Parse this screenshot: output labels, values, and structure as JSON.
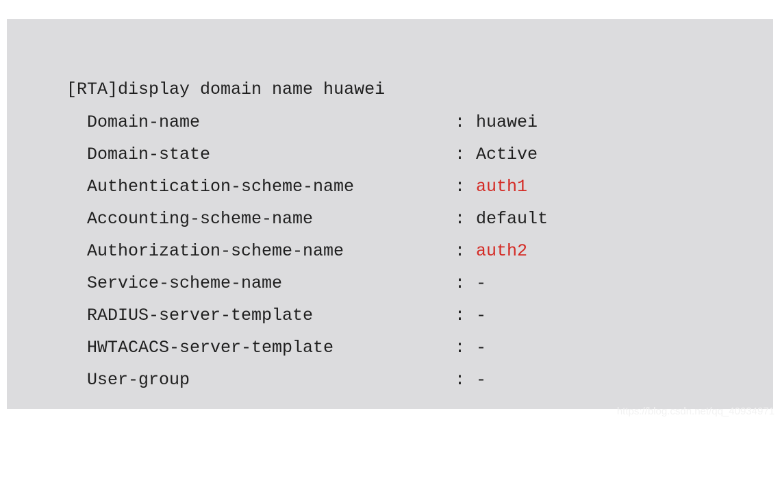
{
  "colors": {
    "background": "#dcdcde",
    "text": "#1f1f1f",
    "highlight": "#d42a24",
    "watermark": "#f2f2f2"
  },
  "terminal": {
    "command": "[RTA]display domain name huawei",
    "separator": ":",
    "rows": [
      {
        "key": "Domain-name",
        "value": "huawei",
        "highlight": false
      },
      {
        "key": "Domain-state",
        "value": "Active",
        "highlight": false
      },
      {
        "key": "Authentication-scheme-name",
        "value": "auth1",
        "highlight": true
      },
      {
        "key": "Accounting-scheme-name",
        "value": "default",
        "highlight": false
      },
      {
        "key": "Authorization-scheme-name",
        "value": "auth2",
        "highlight": true
      },
      {
        "key": "Service-scheme-name",
        "value": "-",
        "highlight": false
      },
      {
        "key": "RADIUS-server-template",
        "value": "-",
        "highlight": false
      },
      {
        "key": "HWTACACS-server-template",
        "value": "-",
        "highlight": false
      },
      {
        "key": "User-group",
        "value": "-",
        "highlight": false
      }
    ]
  },
  "watermark": "https://blog.csdn.net/qq_40934971"
}
